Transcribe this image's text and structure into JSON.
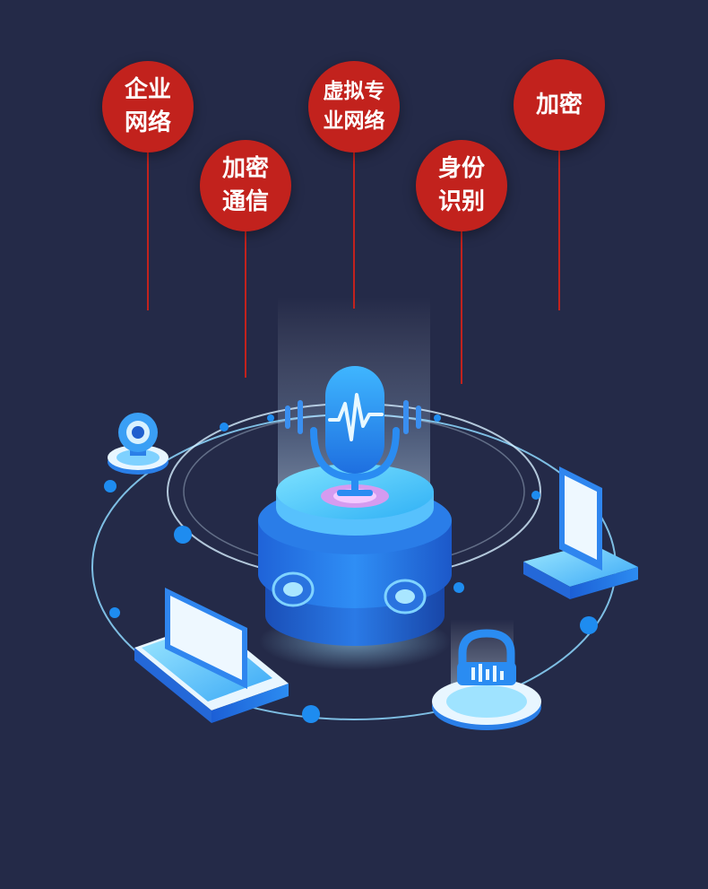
{
  "labels": [
    {
      "id": "enterprise-network",
      "text": "企业\n网络"
    },
    {
      "id": "encrypted-communication",
      "text": "加密\n通信"
    },
    {
      "id": "virtual-private-network",
      "text": "虚拟专\n业网络"
    },
    {
      "id": "identity-recognition",
      "text": "身份\n识别"
    },
    {
      "id": "encryption",
      "text": "加密"
    }
  ],
  "colors": {
    "background": "#242a48",
    "bubble": "#c2221d",
    "accent": "#2b8cf2",
    "glow": "#5ad2ff"
  },
  "icons": [
    "webcam-icon",
    "tablet-icon",
    "laptop-icon",
    "lock-icon",
    "microphone-icon"
  ]
}
